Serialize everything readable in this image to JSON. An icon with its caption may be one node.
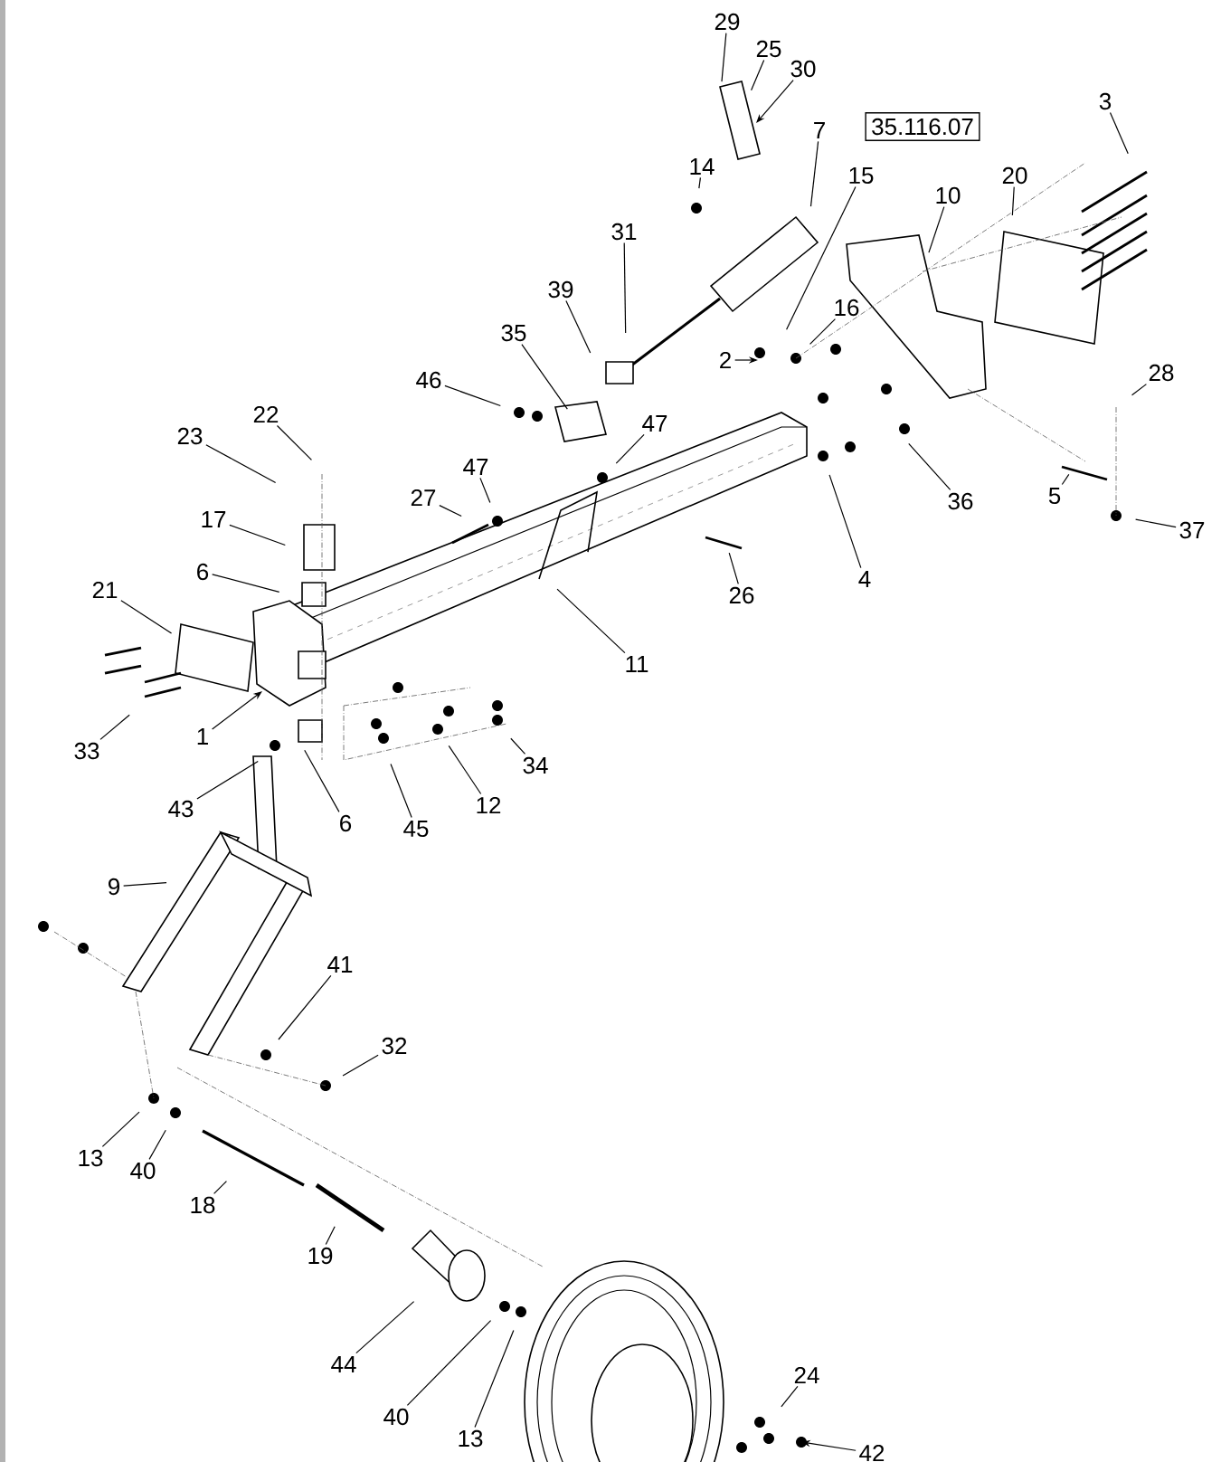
{
  "diagram": {
    "nodes": [
      {
        "text": [
          "29"
        ]
      },
      {
        "text": [
          "25"
        ]
      },
      {
        "text": [
          "30"
        ]
      },
      {
        "text": [
          "35.116.07"
        ]
      },
      {
        "text": [
          "3"
        ]
      },
      {
        "text": [
          "7"
        ]
      },
      {
        "text": [
          "14"
        ]
      },
      {
        "text": [
          "15"
        ]
      },
      {
        "text": [
          "10"
        ]
      },
      {
        "text": [
          "20"
        ]
      },
      {
        "text": [
          "31"
        ]
      },
      {
        "text": [
          "39"
        ]
      },
      {
        "text": [
          "2"
        ]
      },
      {
        "text": [
          "16"
        ]
      },
      {
        "text": [
          "35"
        ]
      },
      {
        "text": [
          "46"
        ]
      },
      {
        "text": [
          "28"
        ]
      },
      {
        "text": [
          "22"
        ]
      },
      {
        "text": [
          "23"
        ]
      },
      {
        "text": [
          "47"
        ]
      },
      {
        "text": [
          "47"
        ]
      },
      {
        "text": [
          "27"
        ]
      },
      {
        "text": [
          "36"
        ]
      },
      {
        "text": [
          "5"
        ]
      },
      {
        "text": [
          "17"
        ]
      },
      {
        "text": [
          "37"
        ]
      },
      {
        "text": [
          "4"
        ]
      },
      {
        "text": [
          "26"
        ]
      },
      {
        "text": [
          "6"
        ]
      },
      {
        "text": [
          "21"
        ]
      },
      {
        "text": [
          "11"
        ]
      },
      {
        "text": [
          "1"
        ]
      },
      {
        "text": [
          "33"
        ]
      },
      {
        "text": [
          "34"
        ]
      },
      {
        "text": [
          "12"
        ]
      },
      {
        "text": [
          "43"
        ]
      },
      {
        "text": [
          "6"
        ]
      },
      {
        "text": [
          "45"
        ]
      },
      {
        "text": [
          "9"
        ]
      },
      {
        "text": [
          "41"
        ]
      },
      {
        "text": [
          "32"
        ]
      },
      {
        "text": [
          "13"
        ]
      },
      {
        "text": [
          "40"
        ]
      },
      {
        "text": [
          "18"
        ]
      },
      {
        "text": [
          "19"
        ]
      },
      {
        "text": [
          "44"
        ]
      },
      {
        "text": [
          "24"
        ]
      },
      {
        "text": [
          "40"
        ]
      },
      {
        "text": [
          "13"
        ]
      },
      {
        "text": [
          "42"
        ]
      }
    ],
    "edges": [
      {
        "from": 0,
        "to": null,
        "arrow": "none"
      },
      {
        "from": 1,
        "to": null,
        "arrow": "none"
      },
      {
        "from": 2,
        "to": null,
        "arrow": "to"
      },
      {
        "from": 4,
        "to": null,
        "arrow": "none"
      },
      {
        "from": 5,
        "to": null,
        "arrow": "none"
      },
      {
        "from": 6,
        "to": null,
        "arrow": "none"
      },
      {
        "from": 7,
        "to": null,
        "arrow": "none"
      },
      {
        "from": 8,
        "to": null,
        "arrow": "none"
      },
      {
        "from": 9,
        "to": null,
        "arrow": "none"
      },
      {
        "from": 10,
        "to": null,
        "arrow": "none"
      },
      {
        "from": 11,
        "to": null,
        "arrow": "none"
      },
      {
        "from": 12,
        "to": null,
        "arrow": "to"
      },
      {
        "from": 13,
        "to": null,
        "arrow": "none"
      },
      {
        "from": 14,
        "to": null,
        "arrow": "none"
      },
      {
        "from": 15,
        "to": null,
        "arrow": "none"
      },
      {
        "from": 16,
        "to": null,
        "arrow": "none"
      },
      {
        "from": 17,
        "to": null,
        "arrow": "none"
      },
      {
        "from": 18,
        "to": null,
        "arrow": "none"
      },
      {
        "from": 19,
        "to": null,
        "arrow": "none"
      },
      {
        "from": 20,
        "to": null,
        "arrow": "none"
      },
      {
        "from": 21,
        "to": null,
        "arrow": "none"
      },
      {
        "from": 22,
        "to": null,
        "arrow": "none"
      },
      {
        "from": 23,
        "to": null,
        "arrow": "none"
      },
      {
        "from": 24,
        "to": null,
        "arrow": "none"
      },
      {
        "from": 25,
        "to": null,
        "arrow": "none"
      },
      {
        "from": 26,
        "to": null,
        "arrow": "none"
      },
      {
        "from": 27,
        "to": null,
        "arrow": "none"
      },
      {
        "from": 28,
        "to": null,
        "arrow": "none"
      },
      {
        "from": 29,
        "to": null,
        "arrow": "none"
      },
      {
        "from": 30,
        "to": null,
        "arrow": "none"
      },
      {
        "from": 31,
        "to": null,
        "arrow": "to"
      },
      {
        "from": 32,
        "to": null,
        "arrow": "none"
      },
      {
        "from": 33,
        "to": null,
        "arrow": "none"
      },
      {
        "from": 34,
        "to": null,
        "arrow": "none"
      },
      {
        "from": 35,
        "to": null,
        "arrow": "none"
      },
      {
        "from": 36,
        "to": null,
        "arrow": "none"
      },
      {
        "from": 37,
        "to": null,
        "arrow": "none"
      },
      {
        "from": 38,
        "to": null,
        "arrow": "none"
      },
      {
        "from": 39,
        "to": null,
        "arrow": "none"
      },
      {
        "from": 40,
        "to": null,
        "arrow": "none"
      },
      {
        "from": 41,
        "to": null,
        "arrow": "none"
      },
      {
        "from": 42,
        "to": null,
        "arrow": "none"
      },
      {
        "from": 43,
        "to": null,
        "arrow": "none"
      },
      {
        "from": 44,
        "to": null,
        "arrow": "none"
      },
      {
        "from": 45,
        "to": null,
        "arrow": "none"
      },
      {
        "from": 46,
        "to": null,
        "arrow": "none"
      },
      {
        "from": 47,
        "to": null,
        "arrow": "none"
      },
      {
        "from": 48,
        "to": null,
        "arrow": "none"
      },
      {
        "from": 49,
        "to": null,
        "arrow": "to"
      }
    ]
  }
}
